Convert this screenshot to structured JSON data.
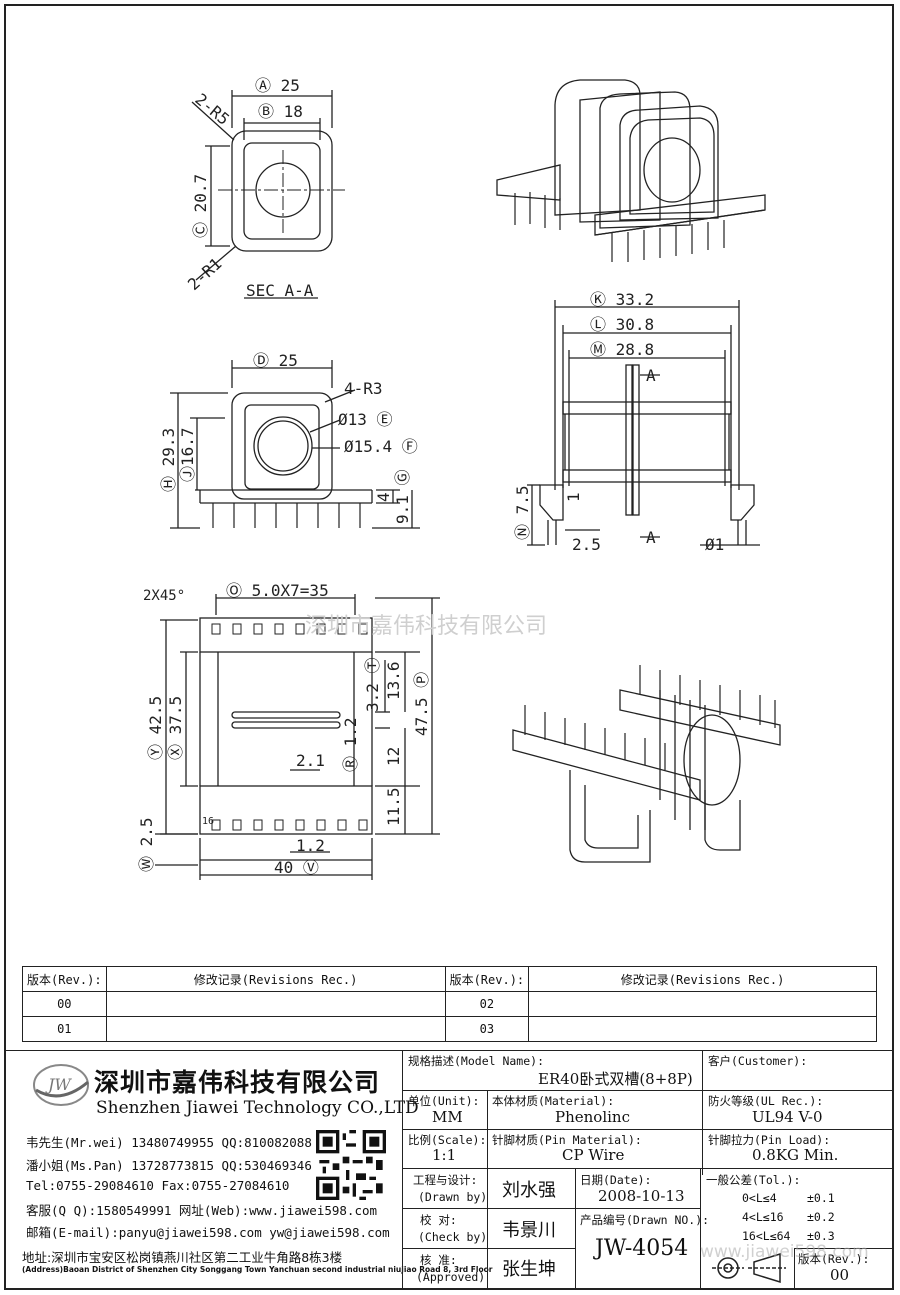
{
  "drawing": {
    "sec_label": "SEC A-A",
    "dims": {
      "A": "Ⓐ 25",
      "B": "Ⓑ 18",
      "C": "Ⓒ 20.7",
      "R5": "2-R5",
      "R1": "2-R1",
      "D": "Ⓓ 25",
      "R3": "4-R3",
      "E": "Ø13 Ⓔ",
      "F": "Ø15.4 Ⓕ",
      "H293": "Ⓗ 29.3",
      "J167": "Ⓙ16.7",
      "G4": "4",
      "G91": "9.1 Ⓖ",
      "K": "Ⓚ 33.2",
      "L": "Ⓛ 30.8",
      "M": "Ⓜ 28.8",
      "AA": "A",
      "N75": "Ⓝ 7.5",
      "one": "1",
      "twofive": "2.5",
      "phi1": "Ø1",
      "chamfer": "2X45°",
      "O": "Ⓞ 5.0X7=35",
      "Y425": "Ⓨ 42.5",
      "X375": "Ⓧ 37.5",
      "T32": "3.2 Ⓣ",
      "S136": "13.6",
      "R12": "Ⓡ 1.2",
      "Q12": "12",
      "P475": "47.5 Ⓟ",
      "S115": "11.5",
      "U21": "2.1",
      "U12": "1.2",
      "V40": "40 Ⓥ",
      "W25": "Ⓦ 2.5",
      "pin16": "16"
    },
    "watermark": "深圳市嘉伟科技有限公司"
  },
  "revisions": {
    "rev_label": "版本(Rev.):",
    "rec_label": "修改记录(Revisions Rec.)",
    "rows": [
      [
        "00",
        "",
        "02",
        ""
      ],
      [
        "01",
        "",
        "03",
        ""
      ]
    ]
  },
  "company": {
    "name_cn": "深圳市嘉伟科技有限公司",
    "name_en": "Shenzhen Jiawei Technology CO.,LTD",
    "logo_text": "JW",
    "contacts": [
      "韦先生(Mr.wei) 13480749955 QQ:810082088",
      "潘小姐(Ms.Pan) 13728773815 QQ:530469346",
      "Tel:0755-29084610     Fax:0755-27084610",
      "客服(Q Q):1580549991   网址(Web):www.jiawei598.com",
      "邮箱(E-mail):panyu@jiawei598.com  yw@jiawei598.com"
    ],
    "address_cn": "地址:深圳市宝安区松岗镇燕川社区第二工业牛角路8栋3楼",
    "address_en": "(Address)Baoan District of Shenzhen City Songgang Town Yanchuan  second industrial niujiao Road 8, 3rd Floor"
  },
  "titleblock": {
    "model_label": "规格描述(Model Name):",
    "model_value": "ER40卧式双槽(8+8P)",
    "customer_label": "客户(Customer):",
    "unit_label": "单位(Unit):",
    "unit_value": "MM",
    "material_label": "本体材质(Material):",
    "material_value": "Phenolinc",
    "ul_label": "防火等级(UL Rec.):",
    "ul_value": "UL94 V-0",
    "scale_label": "比例(Scale):",
    "scale_value": "1:1",
    "pin_material_label": "针脚材质(Pin Material):",
    "pin_material_value": "CP Wire",
    "pin_load_label": "针脚拉力(Pin Load):",
    "pin_load_value": "0.8KG Min.",
    "drawn_label_cn": "工程与设计:",
    "drawn_label_en": "(Drawn by)",
    "drawn_value": "刘水强",
    "check_label_cn": "校  对:",
    "check_label_en": "(Check by)",
    "check_value": "韦景川",
    "approved_label_cn": "核  准:",
    "approved_label_en": "(Approved)",
    "approved_value": "张生坤",
    "date_label": "日期(Date):",
    "date_value": "2008-10-13",
    "drawn_no_label": "产品编号(Drawn NO.):",
    "drawn_no_value": "JW-4054",
    "tol_label": "一般公差(Tol.):",
    "tol_rows": [
      [
        "0<L≤4",
        "±0.1"
      ],
      [
        "4<L≤16",
        "±0.2"
      ],
      [
        "16<L≤64",
        "±0.3"
      ]
    ],
    "rev_label": "版本(Rev.):",
    "rev_value": "00",
    "url_watermark": "www.jiawei598.com"
  }
}
